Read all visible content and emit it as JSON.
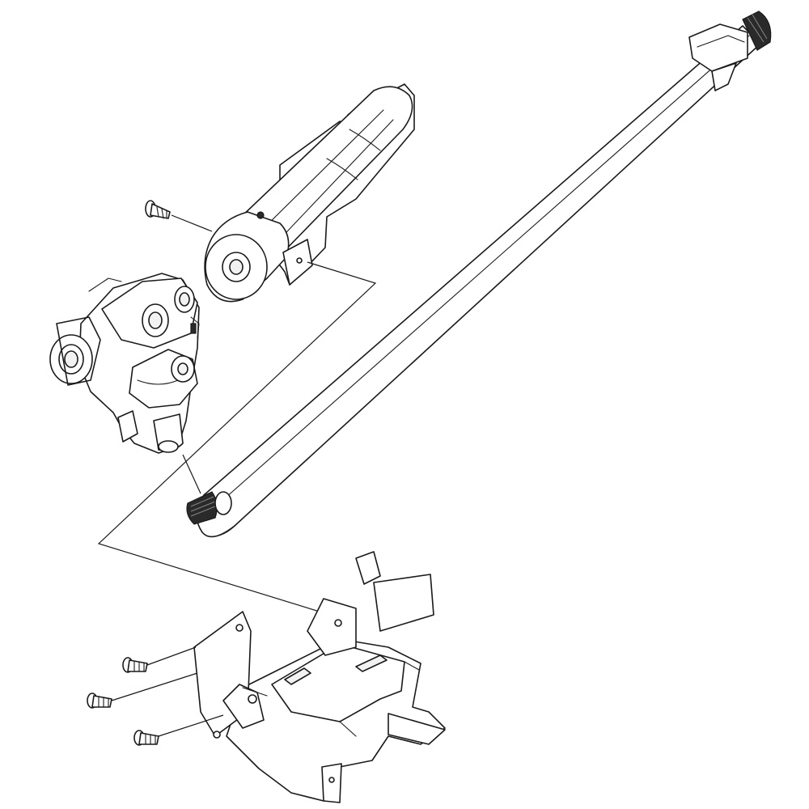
{
  "diagram": {
    "parts": [
      "fill-tube",
      "water-valve",
      "fill-cup",
      "mounting-bracket",
      "screw"
    ]
  }
}
